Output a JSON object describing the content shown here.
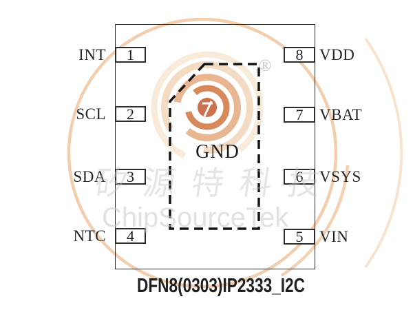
{
  "diagram": {
    "caption": "DFN8(0303)IP2333_I2C",
    "pad_label": "GND",
    "pins": {
      "left": [
        {
          "number": "1",
          "name": "INT"
        },
        {
          "number": "2",
          "name": "SCL"
        },
        {
          "number": "3",
          "name": "SDA"
        },
        {
          "number": "4",
          "name": "NTC"
        }
      ],
      "right": [
        {
          "number": "8",
          "name": "VDD"
        },
        {
          "number": "7",
          "name": "VBAT"
        },
        {
          "number": "6",
          "name": "VSYS"
        },
        {
          "number": "5",
          "name": "VIN"
        }
      ]
    }
  },
  "watermark": {
    "cjk_text": "矽源特科技",
    "latin_text": "ChipSourceTek",
    "registered_mark": "®",
    "colors": {
      "ring": "#f1c9a5",
      "ring_light": "#f7e0c9",
      "logo_halo": "#f8e7d3",
      "logo_outer": "#f2d5b8",
      "logo_mid": "#e3a87b",
      "logo_inner": "#d07038",
      "logo_core": "#c05325",
      "text_gray": "#c2c2c2",
      "mark_gray": "#c9c0b8"
    }
  }
}
